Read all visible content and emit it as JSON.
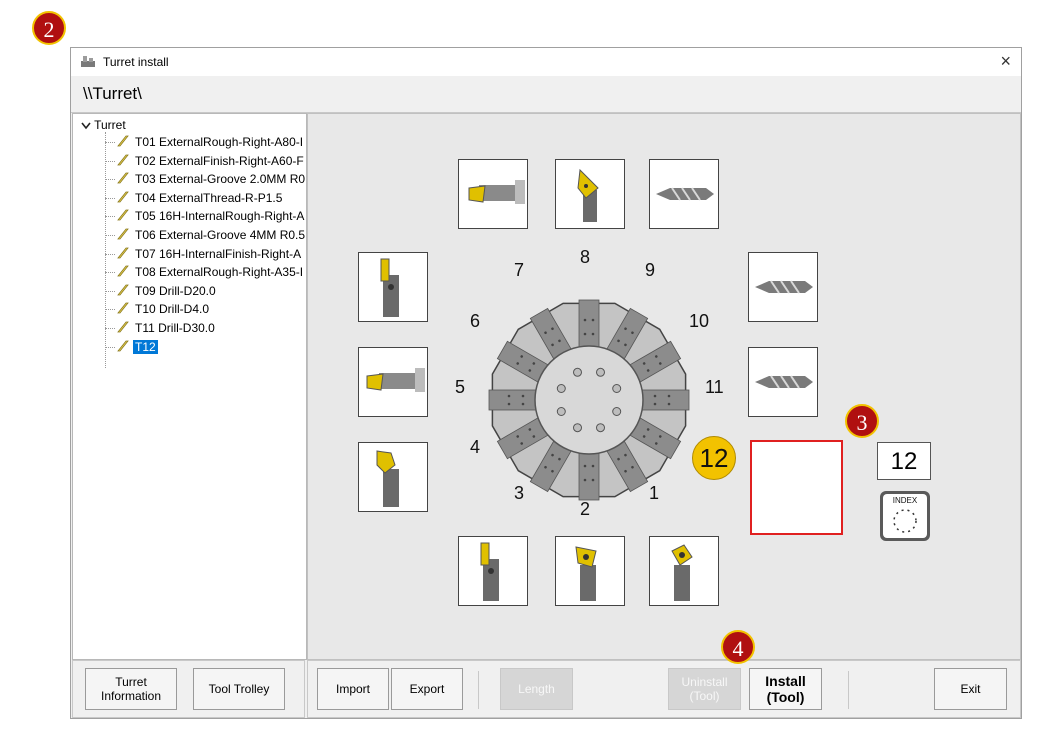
{
  "badges": [
    "2",
    "3",
    "4"
  ],
  "window": {
    "title": "Turret install",
    "close_glyph": "×",
    "path": "\\\\Turret\\"
  },
  "tree": {
    "root": "Turret",
    "items": [
      "T01 ExternalRough-Right-A80-I",
      "T02 ExternalFinish-Right-A60-F",
      "T03 External-Groove 2.0MM R0",
      "T04 ExternalThread-R-P1.5",
      "T05 16H-InternalRough-Right-A",
      "T06 External-Groove 4MM R0.5",
      "T07 16H-InternalFinish-Right-A",
      "T08 ExternalRough-Right-A35-I",
      "T09 Drill-D20.0",
      "T10 Drill-D4.0",
      "T11 Drill-D30.0",
      "T12"
    ],
    "selected": "T12"
  },
  "turret": {
    "positions": [
      "1",
      "2",
      "3",
      "4",
      "5",
      "6",
      "7",
      "8",
      "9",
      "10",
      "11"
    ],
    "current": "12",
    "index_value": "12",
    "index_label": "INDEX"
  },
  "buttons": {
    "turret_info": "Turret Information",
    "tool_trolley": "Tool Trolley",
    "import": "Import",
    "export": "Export",
    "length": "Length",
    "uninstall_l1": "Uninstall",
    "uninstall_l2": "(Tool)",
    "install_l1": "Install",
    "install_l2": "(Tool)",
    "exit": "Exit"
  },
  "scroll_left": "<",
  "scroll_right": ">"
}
